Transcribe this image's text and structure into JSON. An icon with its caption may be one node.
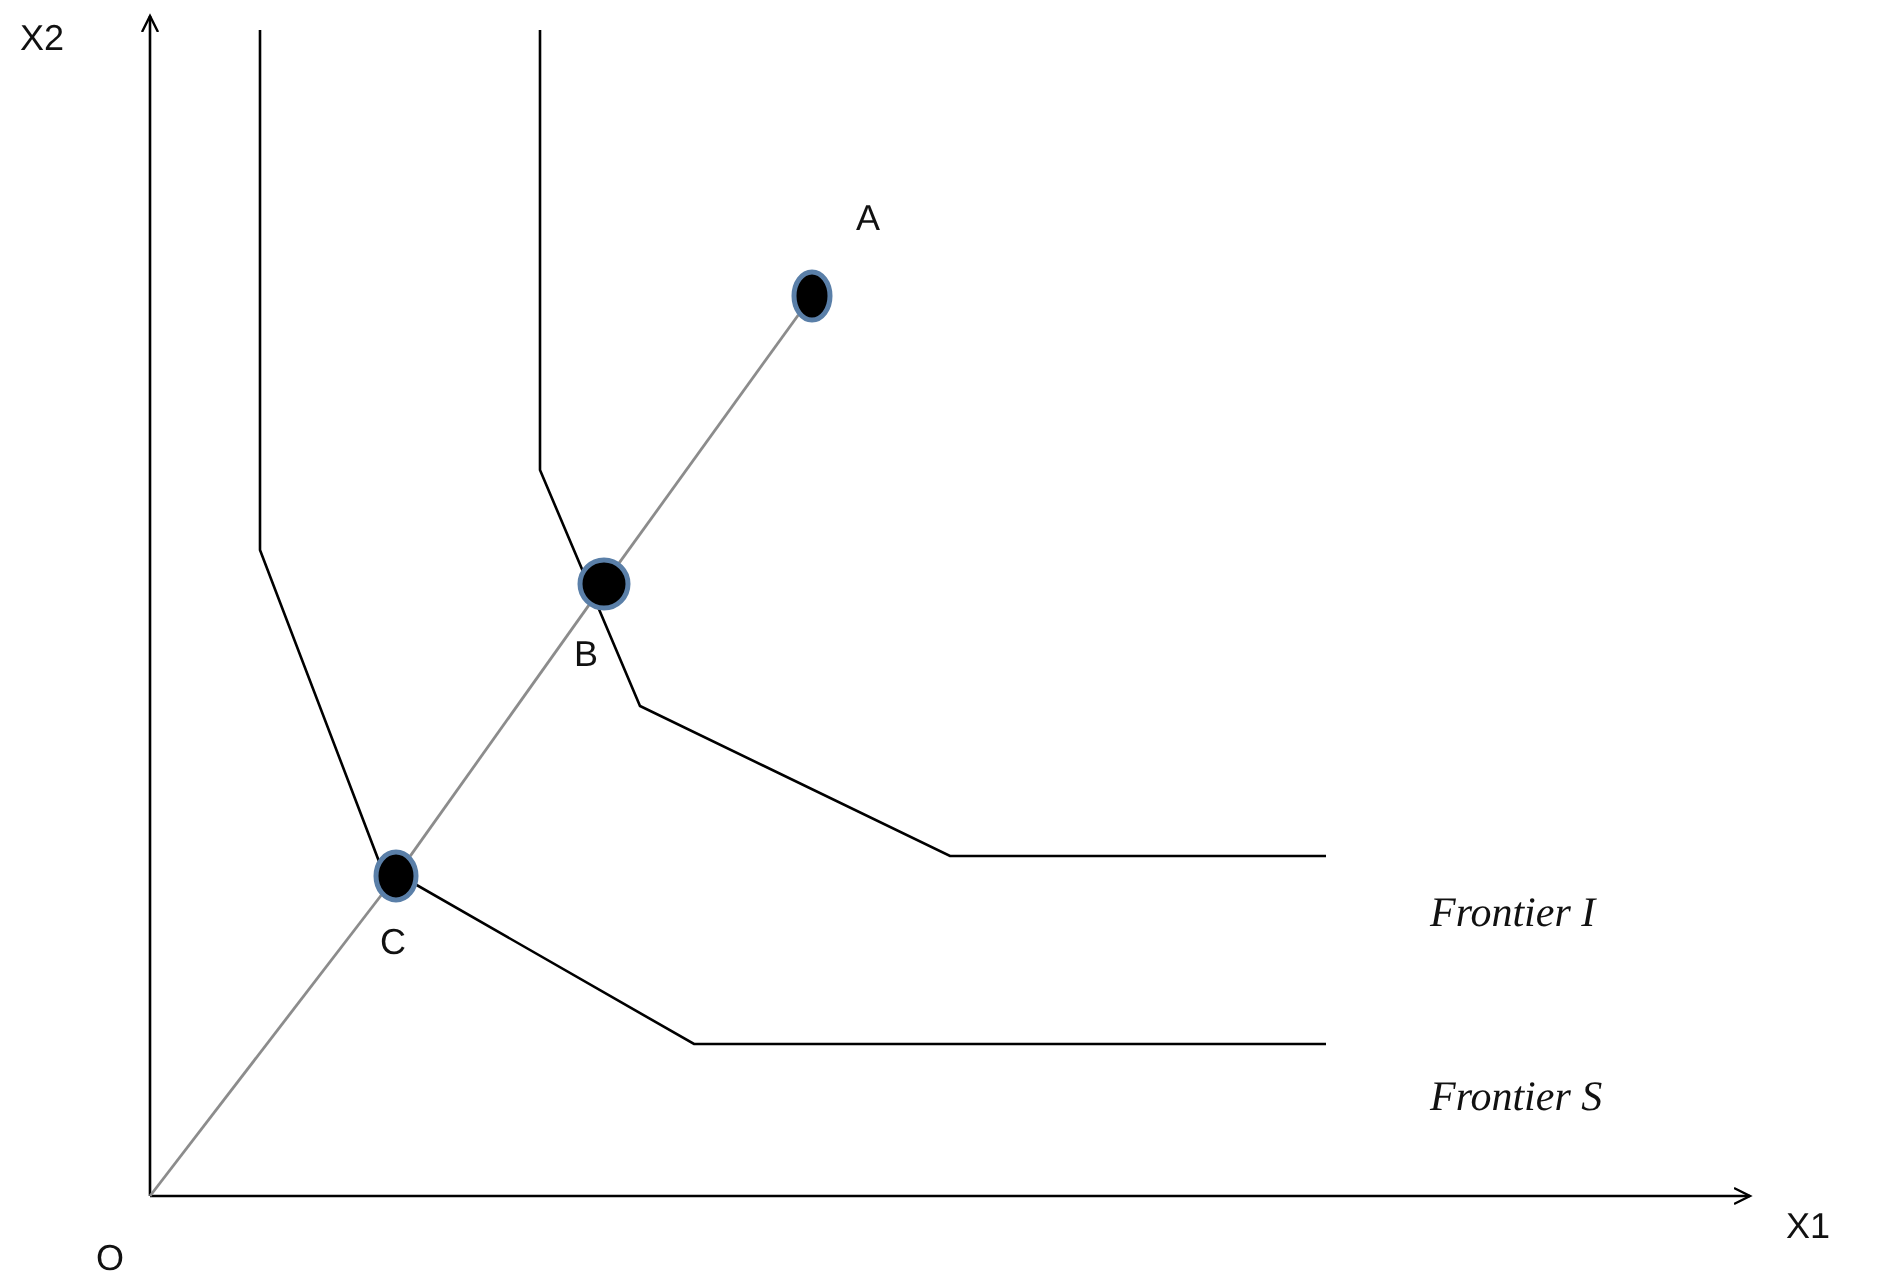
{
  "diagram": {
    "nodes": [
      {
        "text": [
          "O"
        ]
      },
      {
        "text": [],
        "shape": "circle",
        "beside": [
          "C"
        ]
      },
      {
        "text": [],
        "shape": "circle",
        "beside": [
          "B"
        ]
      },
      {
        "text": [],
        "shape": "circle",
        "beside": [
          "A"
        ]
      }
    ],
    "edges": [
      {
        "from": 0,
        "to": 1,
        "arrow": "none"
      },
      {
        "from": 1,
        "to": 2,
        "arrow": "none"
      },
      {
        "from": 2,
        "to": 3,
        "arrow": "none"
      }
    ],
    "labels": [
      "X2",
      "Frontier I",
      "Frontier S",
      "X1"
    ]
  }
}
